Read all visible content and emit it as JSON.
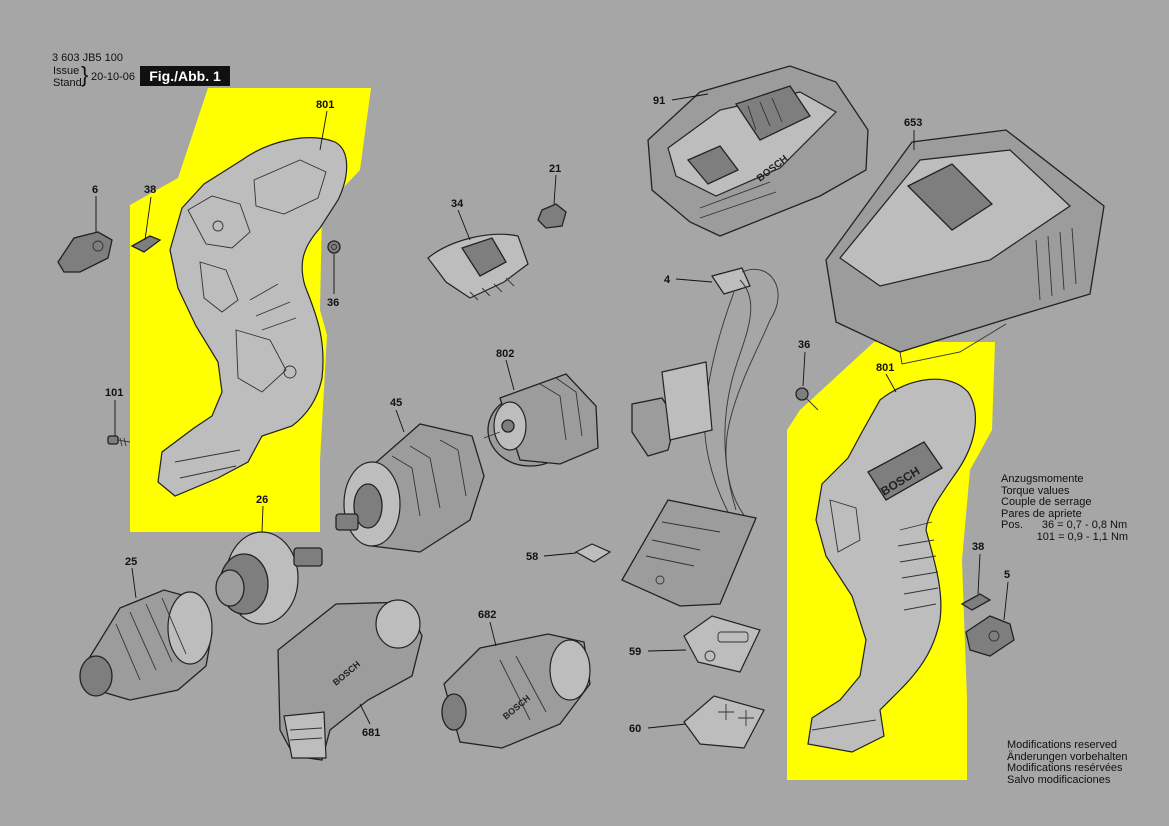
{
  "header": {
    "doc_number": "3 603 JB5 100",
    "issue_label": "Issue",
    "stand_label": "Stand",
    "date": "20-10-06",
    "figure_label": "Fig./Abb. 1"
  },
  "callouts": {
    "p801_left": "801",
    "p6": "6",
    "p38_left": "38",
    "p36_left": "36",
    "p101": "101",
    "p34": "34",
    "p21": "21",
    "p91": "91",
    "p653": "653",
    "p4": "4",
    "p802": "802",
    "p45": "45",
    "p26": "26",
    "p25": "25",
    "p58": "58",
    "p682": "682",
    "p681": "681",
    "p59": "59",
    "p60": "60",
    "p36_right": "36",
    "p801_right": "801",
    "p38_right": "38",
    "p5": "5"
  },
  "brand_marks": [
    "BOSCH"
  ],
  "torque_note": {
    "lines": [
      "Anzugsmomente",
      "Torque values",
      "Couple de serrage",
      "Pares de apriete"
    ],
    "pos_label": "Pos.",
    "rows": [
      {
        "pos": "36",
        "value": "= 0,7 - 0,8 Nm"
      },
      {
        "pos": "101",
        "value": "= 0,9 - 1,1 Nm"
      }
    ]
  },
  "modifications_note": [
    "Modifications reserved",
    "Änderungen vorbehalten",
    "Modifications resérvées",
    "Salvo modificaciones"
  ],
  "colors": {
    "background": "#a6a6a6",
    "highlight": "#ffff00",
    "badge": "#111111"
  }
}
